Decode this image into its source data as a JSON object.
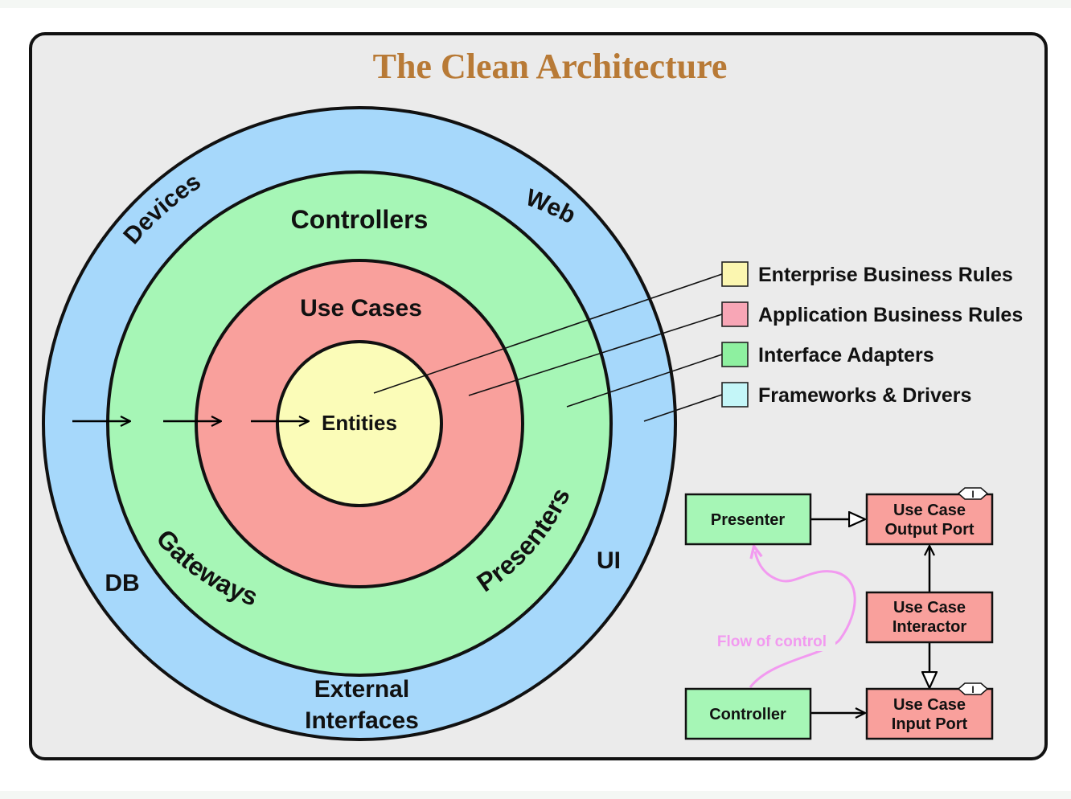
{
  "title": "The Clean Architecture",
  "rings": {
    "outer": [
      "Devices",
      "Web",
      "UI",
      "DB",
      "External",
      "Interfaces"
    ],
    "adapters": [
      "Controllers",
      "Gateways",
      "Presenters"
    ],
    "use_cases": "Use Cases",
    "entities": "Entities"
  },
  "legend": [
    {
      "label": "Enterprise Business Rules",
      "color": "#fbf6b0"
    },
    {
      "label": "Application Business Rules",
      "color": "#f8a6b6"
    },
    {
      "label": "Interface Adapters",
      "color": "#8ef0a0"
    },
    {
      "label": "Frameworks & Drivers",
      "color": "#c4f6f8"
    }
  ],
  "flow": {
    "presenter": "Presenter",
    "controller": "Controller",
    "output_port": [
      "Use Case",
      "Output Port"
    ],
    "interactor": [
      "Use Case",
      "Interactor"
    ],
    "input_port": [
      "Use Case",
      "Input Port"
    ],
    "interface_badge": "I",
    "flow_label": "Flow of control"
  },
  "colors": {
    "frameworks": "#a6d8fb",
    "adapters": "#a6f6b6",
    "use_cases": "#f9a09c",
    "entities": "#fbfcb8",
    "title": "#b87a36",
    "flow": "#f29af0"
  }
}
